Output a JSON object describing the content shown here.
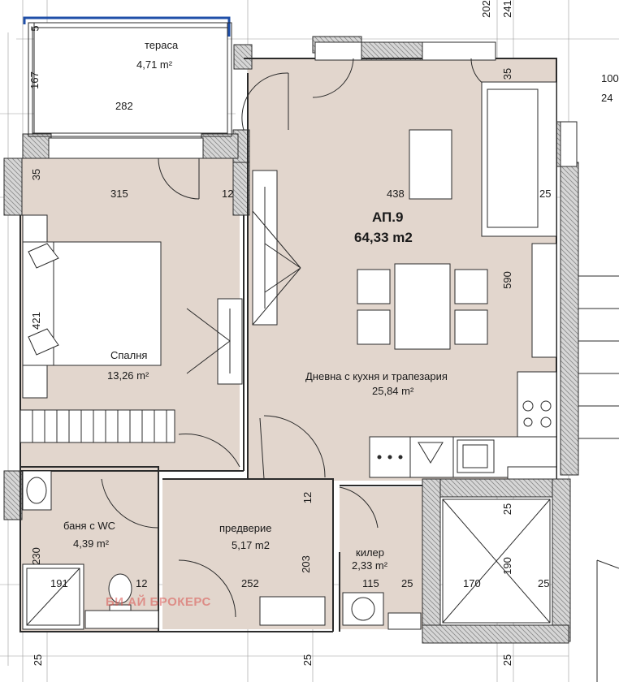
{
  "apartment": {
    "name": "АП.9",
    "total_area": "64,33 m2"
  },
  "rooms": {
    "terrace": {
      "name": "тераса",
      "area": "4,71 m²"
    },
    "bedroom": {
      "name": "Спалня",
      "area": "13,26 m²"
    },
    "living": {
      "name": "Дневна с кухня и трапезария",
      "area": "25,84 m²"
    },
    "bathroom": {
      "name": "баня с WC",
      "area": "4,39 m²"
    },
    "hall": {
      "name": "предверие",
      "area": "5,17 m2"
    },
    "storage": {
      "name": "килер",
      "area": "2,33 m²"
    }
  },
  "dimensions": {
    "d5": "5",
    "d167": "167",
    "d282": "282",
    "d35a": "35",
    "d315": "315",
    "d12a": "12",
    "d438": "438",
    "d25a": "25",
    "d590": "590",
    "d421": "421",
    "d35b": "35",
    "d100": "100",
    "d24": "24",
    "d202": "202",
    "d241": "241",
    "d230": "230",
    "d191": "191",
    "d12b": "12",
    "d252": "252",
    "d203": "203",
    "d12c": "12",
    "d115": "115",
    "d25b": "25",
    "d170": "170",
    "d190": "190",
    "d25c": "25",
    "d25d": "25",
    "d25e": "25",
    "d25f": "25",
    "d25g": "25"
  },
  "watermark": "БИ АЙ БРОКЕРС",
  "colors": {
    "floor": "#e2d6cd",
    "wall_hatch": "#bfbfbf",
    "line": "#2b2b2b",
    "terrace_edge": "#1f4fa8"
  }
}
